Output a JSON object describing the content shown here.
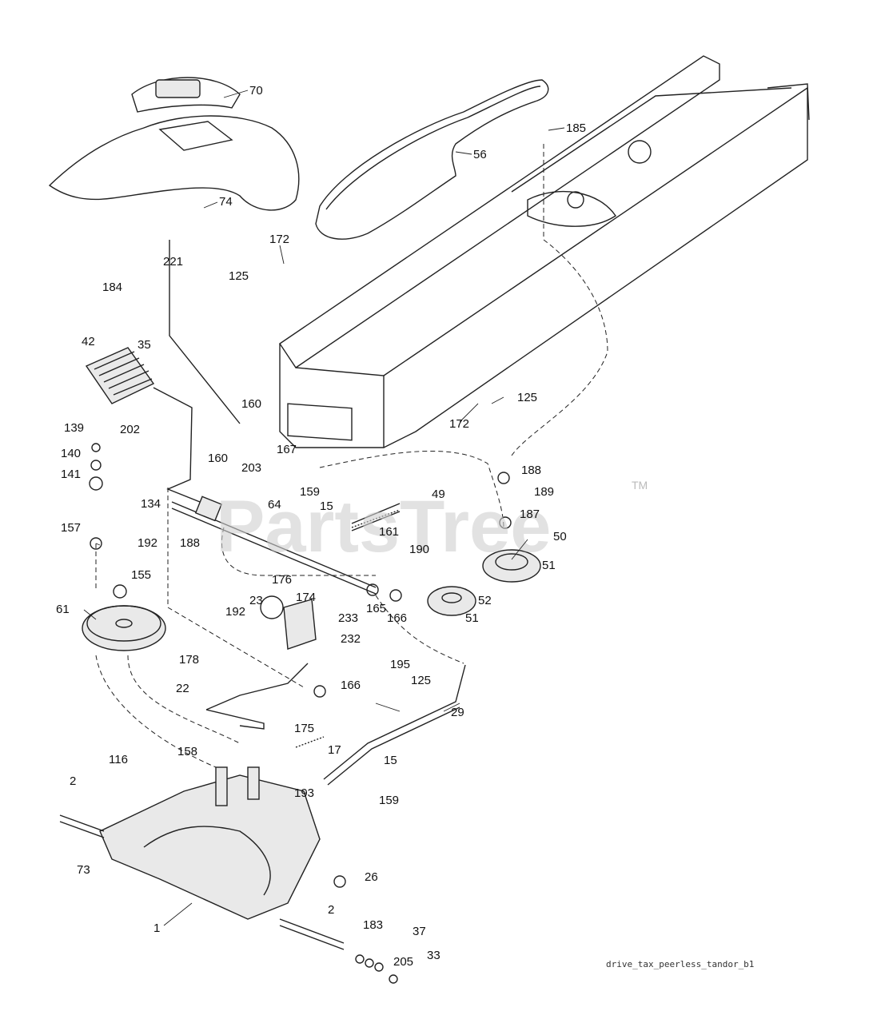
{
  "watermark": {
    "text": "PartsTree",
    "trademark": "TM"
  },
  "reference_code": "drive_tax_peerless_tandor_b1",
  "callouts": [
    {
      "id": "c70",
      "label": "70"
    },
    {
      "id": "c74",
      "label": "74"
    },
    {
      "id": "c56",
      "label": "56"
    },
    {
      "id": "c185",
      "label": "185"
    },
    {
      "id": "c172a",
      "label": "172"
    },
    {
      "id": "c125a",
      "label": "125"
    },
    {
      "id": "c221",
      "label": "221"
    },
    {
      "id": "c184",
      "label": "184"
    },
    {
      "id": "c35",
      "label": "35"
    },
    {
      "id": "c42",
      "label": "42"
    },
    {
      "id": "c160a",
      "label": "160"
    },
    {
      "id": "c160b",
      "label": "160"
    },
    {
      "id": "c167",
      "label": "167"
    },
    {
      "id": "c203",
      "label": "203"
    },
    {
      "id": "c125b",
      "label": "125"
    },
    {
      "id": "c172b",
      "label": "172"
    },
    {
      "id": "c139",
      "label": "139"
    },
    {
      "id": "c202",
      "label": "202"
    },
    {
      "id": "c140",
      "label": "140"
    },
    {
      "id": "c141",
      "label": "141"
    },
    {
      "id": "c134",
      "label": "134"
    },
    {
      "id": "c157",
      "label": "157"
    },
    {
      "id": "c192a",
      "label": "192"
    },
    {
      "id": "c188a",
      "label": "188"
    },
    {
      "id": "c64",
      "label": "64"
    },
    {
      "id": "c159a",
      "label": "159"
    },
    {
      "id": "c15a",
      "label": "15"
    },
    {
      "id": "c161",
      "label": "161"
    },
    {
      "id": "c188b",
      "label": "188"
    },
    {
      "id": "c49",
      "label": "49"
    },
    {
      "id": "c189",
      "label": "189"
    },
    {
      "id": "c187",
      "label": "187"
    },
    {
      "id": "c190",
      "label": "190"
    },
    {
      "id": "c50",
      "label": "50"
    },
    {
      "id": "c51a",
      "label": "51"
    },
    {
      "id": "c52",
      "label": "52"
    },
    {
      "id": "c51b",
      "label": "51"
    },
    {
      "id": "c155",
      "label": "155"
    },
    {
      "id": "c61",
      "label": "61"
    },
    {
      "id": "c176",
      "label": "176"
    },
    {
      "id": "c23",
      "label": "23"
    },
    {
      "id": "c174",
      "label": "174"
    },
    {
      "id": "c192b",
      "label": "192"
    },
    {
      "id": "c233",
      "label": "233"
    },
    {
      "id": "c232",
      "label": "232"
    },
    {
      "id": "c165",
      "label": "165"
    },
    {
      "id": "c166a",
      "label": "166"
    },
    {
      "id": "c178",
      "label": "178"
    },
    {
      "id": "c195",
      "label": "195"
    },
    {
      "id": "c125c",
      "label": "125"
    },
    {
      "id": "c166b",
      "label": "166"
    },
    {
      "id": "c22",
      "label": "22"
    },
    {
      "id": "c175",
      "label": "175"
    },
    {
      "id": "c29",
      "label": "29"
    },
    {
      "id": "c17",
      "label": "17"
    },
    {
      "id": "c158",
      "label": "158"
    },
    {
      "id": "c116",
      "label": "116"
    },
    {
      "id": "c193",
      "label": "193"
    },
    {
      "id": "c15b",
      "label": "15"
    },
    {
      "id": "c2a",
      "label": "2"
    },
    {
      "id": "c159b",
      "label": "159"
    },
    {
      "id": "c73",
      "label": "73"
    },
    {
      "id": "c26",
      "label": "26"
    },
    {
      "id": "c1",
      "label": "1"
    },
    {
      "id": "c2b",
      "label": "2"
    },
    {
      "id": "c183",
      "label": "183"
    },
    {
      "id": "c37",
      "label": "37"
    },
    {
      "id": "c205",
      "label": "205"
    },
    {
      "id": "c33",
      "label": "33"
    }
  ]
}
